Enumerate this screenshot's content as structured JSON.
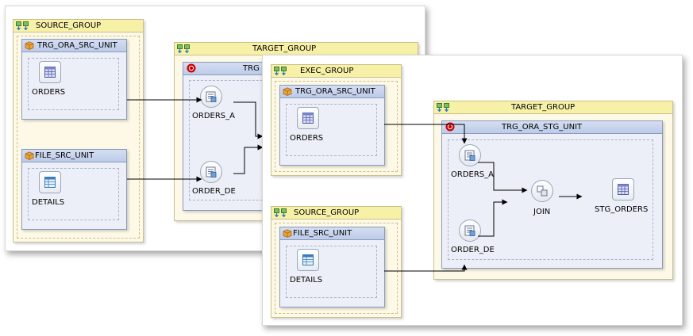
{
  "left_diagram": {
    "source_group": {
      "title": "SOURCE_GROUP",
      "units": [
        {
          "title": "TRG_ORA_SRC_UNIT",
          "item": "ORDERS",
          "item_icon": "table-icon"
        },
        {
          "title": "FILE_SRC_UNIT",
          "item": "DETAILS",
          "item_icon": "file-table-icon"
        }
      ]
    },
    "target_group": {
      "title": "TARGET_GROUP",
      "unit_title": "TRG",
      "items": [
        "ORDERS_A",
        "ORDER_DE"
      ]
    }
  },
  "right_diagram": {
    "exec_group": {
      "title": "EXEC_GROUP",
      "unit": {
        "title": "TRG_ORA_SRC_UNIT",
        "item": "ORDERS"
      }
    },
    "source_group": {
      "title": "SOURCE_GROUP",
      "unit": {
        "title": "FILE_SRC_UNIT",
        "item": "DETAILS"
      }
    },
    "target_group": {
      "title": "TARGET_GROUP",
      "unit": {
        "title": "TRG_ORA_STG_UNIT",
        "items": [
          "ORDERS_A",
          "ORDER_DE"
        ],
        "join": "JOIN",
        "output": "STG_ORDERS"
      }
    }
  },
  "colors": {
    "group_fill": "#fdf9e6",
    "group_header": "#f7f1a8",
    "unit_fill": "#eceff7",
    "unit_header": "#c8d4ee",
    "stop_marker": "#cc0000"
  }
}
